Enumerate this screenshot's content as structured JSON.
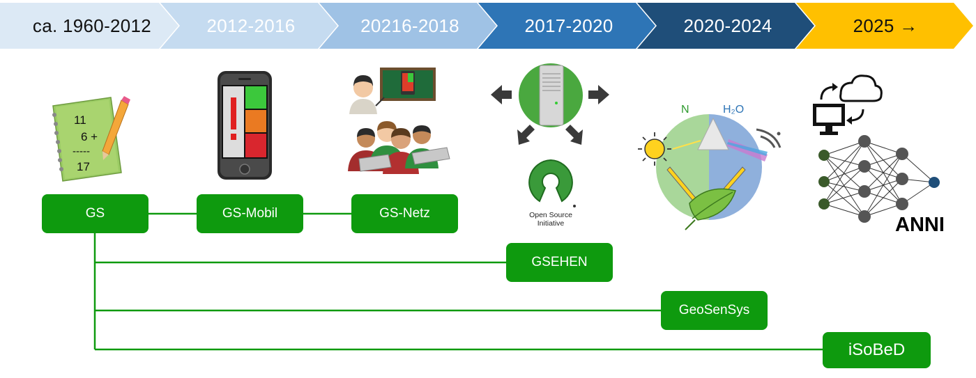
{
  "timeline": {
    "phases": [
      {
        "label": "ca. 1960-2012",
        "fill": "#dce9f5",
        "text_color": "#111111"
      },
      {
        "label": "2012-2016",
        "fill": "#c5dbf0",
        "text_color": "#ffffff"
      },
      {
        "label": "20216-2018",
        "fill": "#9fc2e5",
        "text_color": "#ffffff"
      },
      {
        "label": "2017-2020",
        "fill": "#2e75b6",
        "text_color": "#ffffff"
      },
      {
        "label": "2020-2024",
        "fill": "#1f4e79",
        "text_color": "#ffffff"
      },
      {
        "label": "2025 →",
        "fill": "#ffc000",
        "text_color": "#111111"
      }
    ]
  },
  "nodes": {
    "gs": "GS",
    "gs_mobil": "GS-Mobil",
    "gs_netz": "GS-Netz",
    "gsehen": "GSEHEN",
    "geosensys": "GeoSenSys",
    "isobed": "iSoBeD"
  },
  "illustrations": {
    "notebook_numbers": [
      "11",
      "6 +",
      "-----",
      "17"
    ],
    "osi_text": [
      "Open Source",
      "Initiative"
    ],
    "sensor_labels": {
      "north": "N",
      "water": "H₂O"
    },
    "anni": "ANNI"
  },
  "colors": {
    "node_green": "#0e9a0e",
    "connector_green": "#0e9a0e"
  }
}
